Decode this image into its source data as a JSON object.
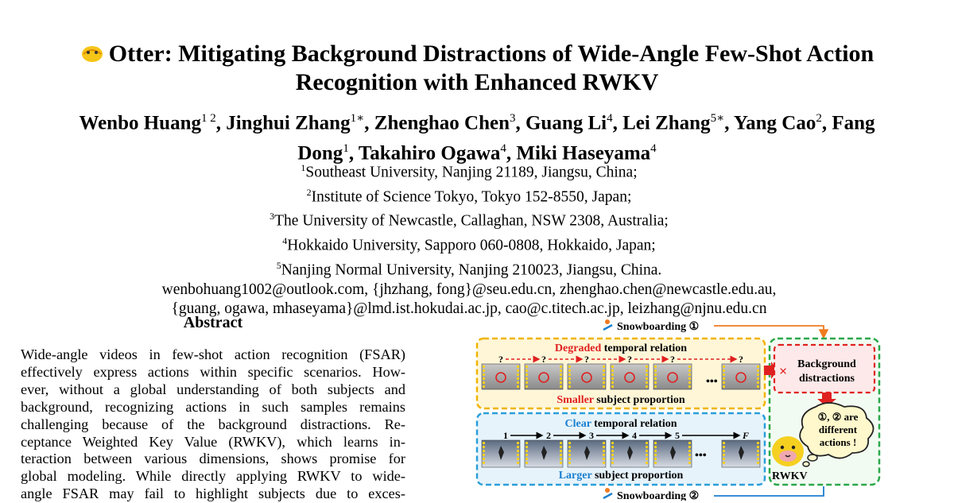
{
  "paper": {
    "title_line1": "Otter: Mitigating Background Distractions of Wide-Angle Few-Shot Action",
    "title_line2": "Recognition with Enhanced RWKV",
    "authors": [
      {
        "name": "Wenbo Huang",
        "sup": "1 2"
      },
      {
        "name": "Jinghui Zhang",
        "sup": "1∗"
      },
      {
        "name": "Zhenghao Chen",
        "sup": "3"
      },
      {
        "name": "Guang Li",
        "sup": "4"
      },
      {
        "name": "Lei Zhang",
        "sup": "5∗"
      },
      {
        "name": "Yang Cao",
        "sup": "2"
      },
      {
        "name": "Fang Dong",
        "sup": "1"
      },
      {
        "name": "Takahiro Ogawa",
        "sup": "4"
      },
      {
        "name": "Miki Haseyama",
        "sup": "4"
      }
    ],
    "affiliations": [
      {
        "sup": "1",
        "text": "Southeast University, Nanjing 21189, Jiangsu, China;"
      },
      {
        "sup": "2",
        "text": "Institute of Science Tokyo, Tokyo 152-8550, Japan;"
      },
      {
        "sup": "3",
        "text": "The University of Newcastle, Callaghan, NSW 2308, Australia;"
      },
      {
        "sup": "4",
        "text": "Hokkaido University, Sapporo 060-0808, Hokkaido, Japan;"
      },
      {
        "sup": "5",
        "text": "Nanjing Normal University, Nanjing 210023, Jiangsu, China."
      }
    ],
    "emails_line1": "wenbohuang1002@outlook.com, {jhzhang, fong}@seu.edu.cn, zhenghao.chen@newcastle.edu.au,",
    "emails_line2": "{guang, ogawa, mhaseyama}@lmd.ist.hokudai.ac.jp, cao@c.titech.ac.jp, leizhang@njnu.edu.cn",
    "abstract_heading": "Abstract",
    "abstract_lines": [
      "Wide-angle videos in few-shot action recognition (FSAR)",
      "effectively express actions within specific scenarios. How-",
      "ever, without a global understanding of both subjects and",
      "background, recognizing actions in such samples remains",
      "challenging because of the background distractions. Re-",
      "ceptance Weighted Key Value (RWKV), which learns in-",
      "teraction between various dimensions, shows promise for",
      "global modeling. While directly applying RWKV to wide-",
      "angle FSAR may fail to highlight subjects due to exces-"
    ]
  },
  "figure": {
    "top_label": "Snowboarding ①",
    "bottom_label": "Snowboarding ②",
    "top_box": {
      "title_colored": "Degraded",
      "title_rest": " temporal relation",
      "footer_colored": "Smaller",
      "footer_rest": " subject proportion",
      "frame_marker": "?",
      "ellipsis": "•••"
    },
    "bottom_box": {
      "title_colored": "Clear",
      "title_rest": " temporal relation",
      "footer_colored": "Larger",
      "footer_rest": " subject proportion",
      "frame_numbers": [
        "1",
        "2",
        "3",
        "4",
        "5"
      ],
      "last_frame": "F",
      "ellipsis": "•••"
    },
    "bg_box_line1": "Background",
    "bg_box_line2": "distractions",
    "cross_mark": "×",
    "bubble_line1": "①, ② are",
    "bubble_line2": "different",
    "bubble_line3": "actions !",
    "rwkv_label": "RWKV",
    "colors": {
      "degraded_red": "#e02020",
      "clear_blue": "#1a7fd0",
      "yellow_dash": "#f0b400",
      "blue_dash": "#2a9fd8",
      "green_dash": "#2aa84a",
      "red_dash": "#e02020",
      "orange_arrow": "#f07a20"
    }
  }
}
